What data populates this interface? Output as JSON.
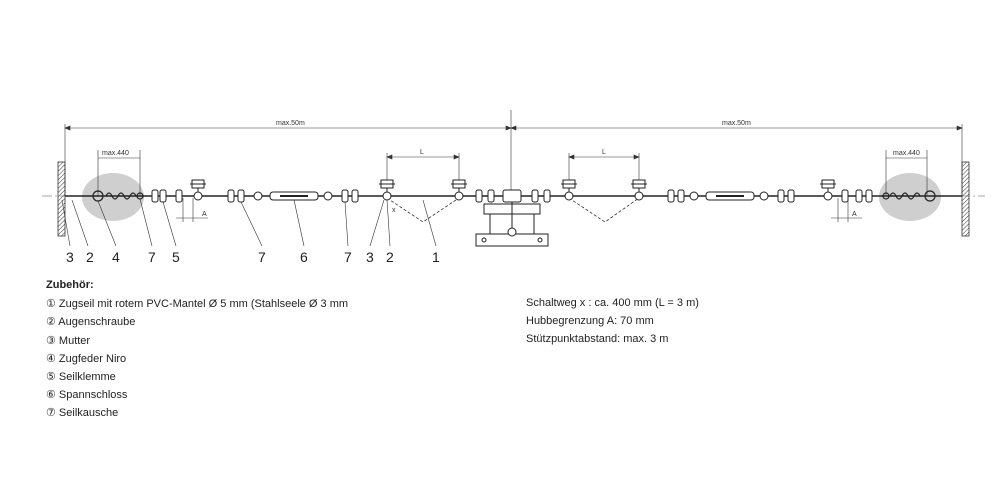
{
  "drawing": {
    "dim_max_length_left": "max.50m",
    "dim_max_length_right": "max.50m",
    "dim_max_440_left": "max.440",
    "dim_max_440_right": "max.440",
    "dim_L_left": "L",
    "dim_L_right": "L",
    "dim_A_left": "A",
    "dim_A_right": "A",
    "dim_x": "x",
    "part_numbers": [
      "3",
      "2",
      "4",
      "7",
      "5",
      "7",
      "6",
      "7",
      "3",
      "2",
      "1"
    ]
  },
  "legend": {
    "title": "Zubehör:",
    "items": [
      "① Zugseil mit rotem PVC-Mantel Ø 5 mm (Stahlseele Ø 3 mm",
      "② Augenschraube",
      "③ Mutter",
      "④ Zugfeder Niro",
      "⑤ Seilklemme",
      "⑥ Spannschloss",
      "⑦ Seilkausche"
    ]
  },
  "specs": {
    "items": [
      "Schaltweg x : ca. 400 mm (L = 3 m)",
      "Hubbegrenzung A: 70 mm",
      "Stützpunktabstand: max. 3 m"
    ]
  }
}
